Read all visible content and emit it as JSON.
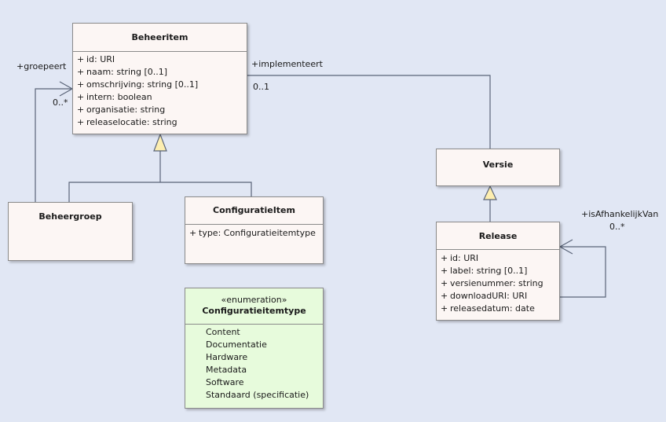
{
  "classes": {
    "beheeritem": {
      "name": "Beheeritem",
      "attributes": [
        {
          "vis": "+",
          "text": "id: URI"
        },
        {
          "vis": "+",
          "text": "naam: string [0..1]"
        },
        {
          "vis": "+",
          "text": "omschrijving: string [0..1]"
        },
        {
          "vis": "+",
          "text": "intern: boolean"
        },
        {
          "vis": "+",
          "text": "organisatie: string"
        },
        {
          "vis": "+",
          "text": "releaselocatie: string"
        }
      ]
    },
    "beheergroep": {
      "name": "Beheergroep"
    },
    "configuratieitem": {
      "name": "ConfiguratieItem",
      "attributes": [
        {
          "vis": "+",
          "text": "type: Configuratieitemtype"
        }
      ]
    },
    "versie": {
      "name": "Versie"
    },
    "release": {
      "name": "Release",
      "attributes": [
        {
          "vis": "+",
          "text": "id: URI"
        },
        {
          "vis": "+",
          "text": "label: string [0..1]"
        },
        {
          "vis": "+",
          "text": "versienummer: string"
        },
        {
          "vis": "+",
          "text": "downloadURI: URI"
        },
        {
          "vis": "+",
          "text": "releasedatum: date"
        }
      ]
    },
    "configuratieitemtype": {
      "stereotype": "«enumeration»",
      "name": "Configuratieitemtype",
      "literals": [
        "Content",
        "Documentatie",
        "Hardware",
        "Metadata",
        "Software",
        "Standaard (specificatie)"
      ]
    }
  },
  "associations": {
    "groepeert": {
      "role": "+groepeert",
      "multiplicity": "0..*"
    },
    "implementeert": {
      "role": "+implementeert",
      "multiplicity": "0..1"
    },
    "isAfhankelijkVan": {
      "role": "+isAfhankelijkVan",
      "multiplicity": "0..*"
    }
  },
  "colors": {
    "background": "#e1e7f4",
    "class_fill": "#fcf6f4",
    "enum_fill": "#e7fbdc",
    "line": "#5a6478",
    "generalization_fill": "#fdeeb0"
  }
}
